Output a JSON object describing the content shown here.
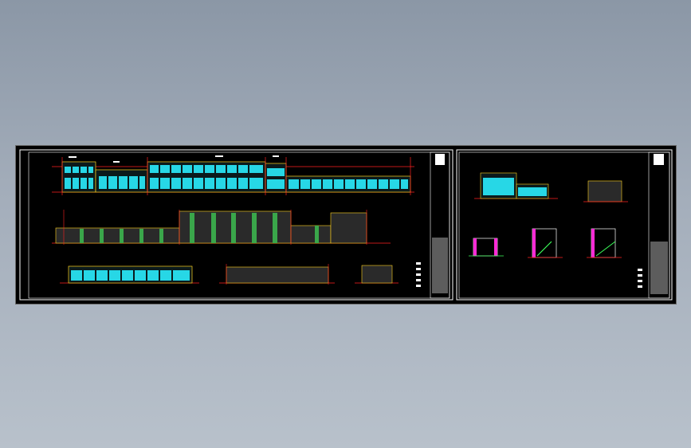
{
  "viewer": {
    "background": "#9aa5b3",
    "canvas_color": "#000000"
  },
  "drawing": {
    "sheets": [
      {
        "id": "sheet-1",
        "content": "elevations-and-sections"
      },
      {
        "id": "sheet-2",
        "content": "partial-elevation-and-stair-sections"
      }
    ],
    "title_block_text": "",
    "colors": {
      "frame": "#ffffff",
      "axis_line": "#ff2020",
      "glazing": "#27d7e6",
      "roof_trim": "#ffd21f",
      "wall_hatch": "#6e6e6e",
      "columns": "#3aa64a",
      "magenta": "#ff2bd6",
      "green_line": "#3cff5a"
    }
  }
}
